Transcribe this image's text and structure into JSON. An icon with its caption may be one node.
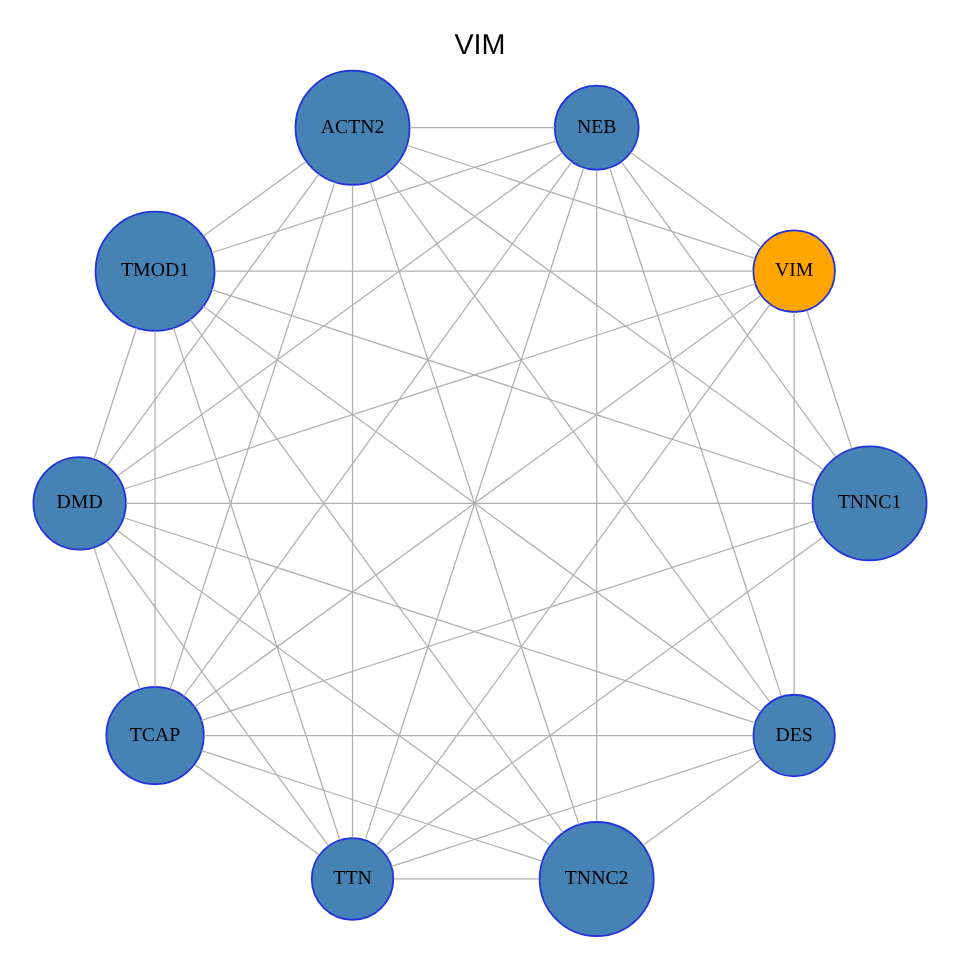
{
  "diagram": {
    "title": "VIM",
    "nodes": [
      {
        "text": [
          "DES"
        ]
      },
      {
        "text": [
          "TTN"
        ]
      },
      {
        "text": [
          "TCAP"
        ]
      },
      {
        "text": [
          "TNNC1"
        ]
      },
      {
        "text": [
          "VIM"
        ]
      },
      {
        "text": [
          "TMOD1"
        ]
      },
      {
        "text": [
          "TNNC2"
        ]
      },
      {
        "text": [
          "ACTN2"
        ]
      },
      {
        "text": [
          "NEB"
        ]
      },
      {
        "text": [
          "DMD"
        ]
      }
    ],
    "edges": [
      {
        "from": 0,
        "to": 1,
        "arrow": "none"
      },
      {
        "from": 0,
        "to": 2,
        "arrow": "none"
      },
      {
        "from": 0,
        "to": 4,
        "arrow": "none"
      },
      {
        "from": 0,
        "to": 5,
        "arrow": "none"
      },
      {
        "from": 0,
        "to": 6,
        "arrow": "none"
      },
      {
        "from": 0,
        "to": 7,
        "arrow": "none"
      },
      {
        "from": 0,
        "to": 8,
        "arrow": "none"
      },
      {
        "from": 0,
        "to": 9,
        "arrow": "none"
      },
      {
        "from": 1,
        "to": 2,
        "arrow": "none"
      },
      {
        "from": 1,
        "to": 3,
        "arrow": "none"
      },
      {
        "from": 1,
        "to": 4,
        "arrow": "none"
      },
      {
        "from": 1,
        "to": 5,
        "arrow": "none"
      },
      {
        "from": 1,
        "to": 6,
        "arrow": "none"
      },
      {
        "from": 1,
        "to": 7,
        "arrow": "none"
      },
      {
        "from": 1,
        "to": 8,
        "arrow": "none"
      },
      {
        "from": 1,
        "to": 9,
        "arrow": "none"
      },
      {
        "from": 2,
        "to": 3,
        "arrow": "none"
      },
      {
        "from": 2,
        "to": 4,
        "arrow": "none"
      },
      {
        "from": 2,
        "to": 5,
        "arrow": "none"
      },
      {
        "from": 2,
        "to": 6,
        "arrow": "none"
      },
      {
        "from": 2,
        "to": 7,
        "arrow": "none"
      },
      {
        "from": 2,
        "to": 8,
        "arrow": "none"
      },
      {
        "from": 2,
        "to": 9,
        "arrow": "none"
      },
      {
        "from": 3,
        "to": 4,
        "arrow": "none"
      },
      {
        "from": 3,
        "to": 5,
        "arrow": "none"
      },
      {
        "from": 3,
        "to": 7,
        "arrow": "none"
      },
      {
        "from": 3,
        "to": 8,
        "arrow": "none"
      },
      {
        "from": 3,
        "to": 9,
        "arrow": "none"
      },
      {
        "from": 4,
        "to": 5,
        "arrow": "none"
      },
      {
        "from": 4,
        "to": 7,
        "arrow": "none"
      },
      {
        "from": 4,
        "to": 8,
        "arrow": "none"
      },
      {
        "from": 4,
        "to": 9,
        "arrow": "none"
      },
      {
        "from": 5,
        "to": 6,
        "arrow": "none"
      },
      {
        "from": 5,
        "to": 7,
        "arrow": "none"
      },
      {
        "from": 5,
        "to": 8,
        "arrow": "none"
      },
      {
        "from": 5,
        "to": 9,
        "arrow": "none"
      },
      {
        "from": 6,
        "to": 7,
        "arrow": "none"
      },
      {
        "from": 6,
        "to": 8,
        "arrow": "none"
      },
      {
        "from": 6,
        "to": 9,
        "arrow": "none"
      },
      {
        "from": 7,
        "to": 8,
        "arrow": "none"
      },
      {
        "from": 7,
        "to": 9,
        "arrow": "none"
      },
      {
        "from": 8,
        "to": 9,
        "arrow": "none"
      }
    ]
  }
}
